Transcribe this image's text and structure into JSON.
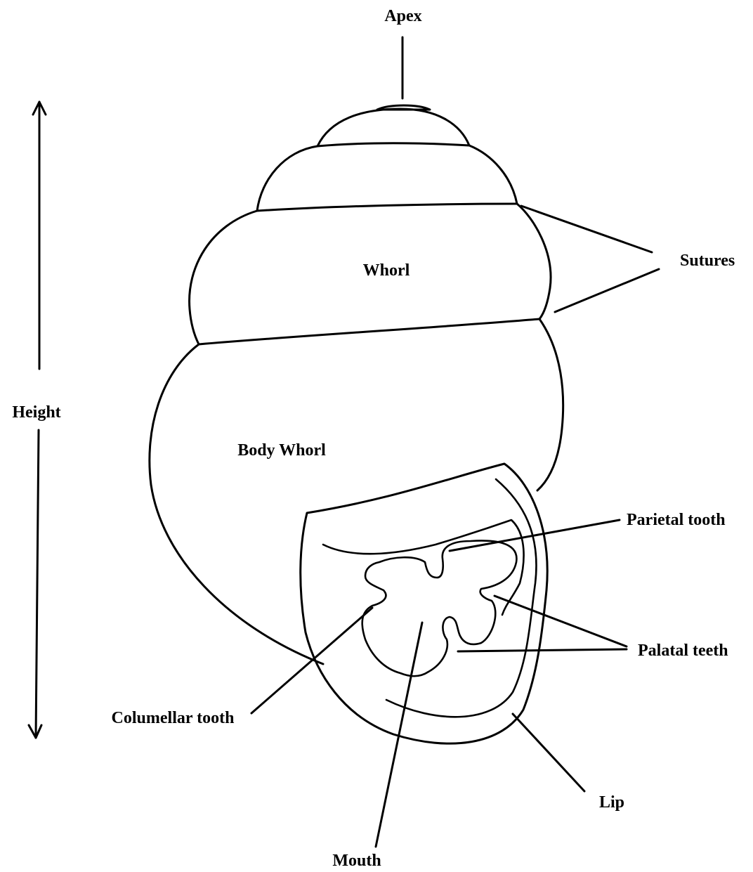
{
  "labels": {
    "apex": "Apex",
    "sutures": "Sutures",
    "whorl": "Whorl",
    "height": "Height",
    "body_whorl": "Body Whorl",
    "parietal_tooth": "Parietal tooth",
    "palatal_teeth": "Palatal teeth",
    "columellar_tooth": "Columellar tooth",
    "lip": "Lip",
    "mouth": "Mouth"
  }
}
